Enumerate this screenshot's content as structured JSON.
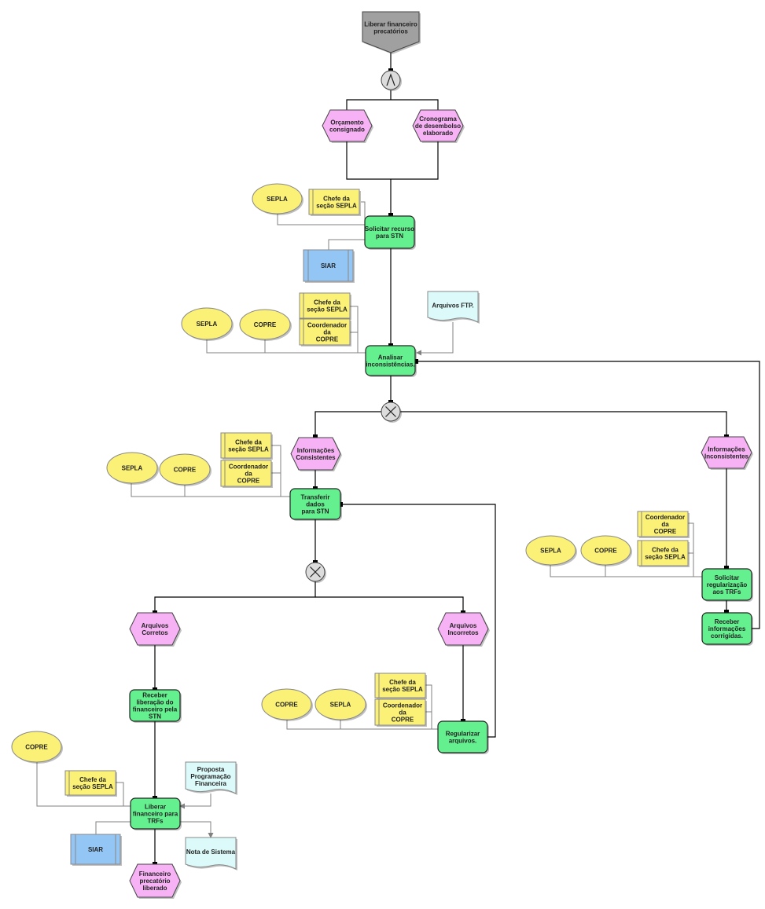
{
  "title": "Liberar financeiro precatórios",
  "colors": {
    "event": "#f7b2f5",
    "function": "#64f08f",
    "org_unit": "#fbf176",
    "position": "#fbf176",
    "system": "#93c6f5",
    "document": "#dcfafa",
    "start": "#a0a0a0",
    "connector": "#dcdcdc"
  },
  "nodes": [
    {
      "id": "start",
      "type": "start",
      "lines": [
        "Liberar financeiro",
        "precatórios"
      ]
    },
    {
      "id": "and1",
      "type": "and",
      "symbol": "∧"
    },
    {
      "id": "ev_orc",
      "type": "event",
      "lines": [
        "Orçamento",
        "consignado"
      ]
    },
    {
      "id": "ev_cron",
      "type": "event",
      "lines": [
        "Cronograma",
        "de desembolso",
        "elaborado"
      ]
    },
    {
      "id": "org_sepla1",
      "type": "org",
      "lines": [
        "SEPLA"
      ]
    },
    {
      "id": "pos_chefe1",
      "type": "position",
      "lines": [
        "Chefe da",
        "seção SEPLA"
      ]
    },
    {
      "id": "fn_solicitar",
      "type": "function",
      "lines": [
        "Solicitar recurso",
        "para STN"
      ]
    },
    {
      "id": "sys_siar1",
      "type": "system",
      "lines": [
        "SIAR"
      ]
    },
    {
      "id": "org_sepla2",
      "type": "org",
      "lines": [
        "SEPLA"
      ]
    },
    {
      "id": "org_copre2",
      "type": "org",
      "lines": [
        "COPRE"
      ]
    },
    {
      "id": "pos_chefe2",
      "type": "position",
      "lines": [
        "Chefe da",
        "seção SEPLA"
      ]
    },
    {
      "id": "pos_coord2",
      "type": "position",
      "lines": [
        "Coordenador",
        "da",
        "COPRE"
      ]
    },
    {
      "id": "doc_ftp",
      "type": "document",
      "lines": [
        "Arquivos FTP."
      ]
    },
    {
      "id": "fn_analisar",
      "type": "function",
      "lines": [
        "Analisar",
        "inconsistências."
      ]
    },
    {
      "id": "xor1",
      "type": "xor",
      "symbol": "×"
    },
    {
      "id": "ev_cons",
      "type": "event",
      "lines": [
        "Informações",
        "Consistentes"
      ]
    },
    {
      "id": "ev_incons",
      "type": "event",
      "lines": [
        "Informações",
        "Inconsistentes"
      ]
    },
    {
      "id": "org_sepla3",
      "type": "org",
      "lines": [
        "SEPLA"
      ]
    },
    {
      "id": "org_copre3",
      "type": "org",
      "lines": [
        "COPRE"
      ]
    },
    {
      "id": "pos_chefe3",
      "type": "position",
      "lines": [
        "Chefe da",
        "seção SEPLA"
      ]
    },
    {
      "id": "pos_coord3",
      "type": "position",
      "lines": [
        "Coordenador",
        "da",
        "COPRE"
      ]
    },
    {
      "id": "fn_transferir",
      "type": "function",
      "lines": [
        "Transferir",
        "dados",
        "para STN"
      ]
    },
    {
      "id": "pos_coord4",
      "type": "position",
      "lines": [
        "Coordenador",
        "da",
        "COPRE"
      ]
    },
    {
      "id": "pos_chefe4",
      "type": "position",
      "lines": [
        "Chefe da",
        "seção SEPLA"
      ]
    },
    {
      "id": "org_sepla4",
      "type": "org",
      "lines": [
        "SEPLA"
      ]
    },
    {
      "id": "org_copre4",
      "type": "org",
      "lines": [
        "COPRE"
      ]
    },
    {
      "id": "fn_solreg",
      "type": "function",
      "lines": [
        "Solicitar",
        "regularização",
        "aos TRFs"
      ]
    },
    {
      "id": "fn_receber_info",
      "type": "function",
      "lines": [
        "Receber",
        "informações",
        "corrigidas."
      ]
    },
    {
      "id": "xor2",
      "type": "xor",
      "symbol": "×"
    },
    {
      "id": "ev_corretos",
      "type": "event",
      "lines": [
        "Arquivos",
        "Corretos"
      ]
    },
    {
      "id": "ev_incorretos",
      "type": "event",
      "lines": [
        "Arquivos",
        "Incorretos"
      ]
    },
    {
      "id": "org_copre5",
      "type": "org",
      "lines": [
        "COPRE"
      ]
    },
    {
      "id": "org_sepla5",
      "type": "org",
      "lines": [
        "SEPLA"
      ]
    },
    {
      "id": "pos_chefe5",
      "type": "position",
      "lines": [
        "Chefe da",
        "seção SEPLA"
      ]
    },
    {
      "id": "pos_coord5",
      "type": "position",
      "lines": [
        "Coordenador",
        "da",
        "COPRE"
      ]
    },
    {
      "id": "fn_regularizar",
      "type": "function",
      "lines": [
        "Regularizar",
        "arquivos."
      ]
    },
    {
      "id": "fn_receber_lib",
      "type": "function",
      "lines": [
        "Receber",
        "liberação do",
        "financeiro pela",
        "STN"
      ]
    },
    {
      "id": "org_copre6",
      "type": "org",
      "lines": [
        "COPRE"
      ]
    },
    {
      "id": "pos_chefe6",
      "type": "position",
      "lines": [
        "Chefe da",
        "seção SEPLA"
      ]
    },
    {
      "id": "doc_proposta",
      "type": "document",
      "lines": [
        "Proposta",
        "Programação",
        "Financeira"
      ]
    },
    {
      "id": "fn_liberar",
      "type": "function",
      "lines": [
        "Liberar",
        "financeiro para",
        "TRFs"
      ]
    },
    {
      "id": "sys_siar2",
      "type": "system",
      "lines": [
        "SIAR"
      ]
    },
    {
      "id": "doc_nota",
      "type": "document",
      "lines": [
        "Nota de Sistema"
      ]
    },
    {
      "id": "ev_final",
      "type": "event",
      "lines": [
        "Financeiro",
        "precatório",
        "liberado"
      ]
    }
  ]
}
